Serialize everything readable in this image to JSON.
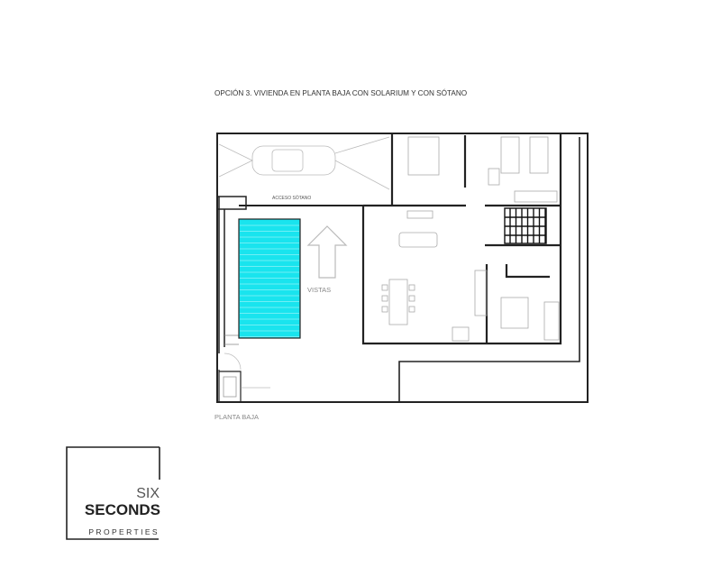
{
  "plan": {
    "title": "OPCIÓN 3. VIVIENDA EN PLANTA BAJA CON SOLARIUM Y CON SÓTANO",
    "basement_access_label": "ACCESO SÓTANO",
    "views_label": "VISTAS",
    "floor_label": "PLANTA BAJA",
    "pool_color": "#19E4EE"
  },
  "logo": {
    "line1": "SIX",
    "line2": "SECONDS",
    "line3": "PROPERTIES"
  }
}
